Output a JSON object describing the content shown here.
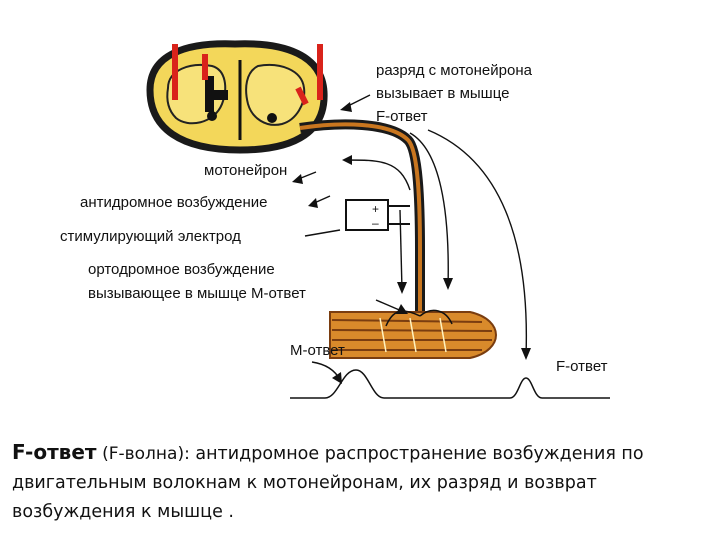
{
  "labels": {
    "discharge_line1": "разряд с мотонейрона",
    "discharge_line2": "вызывает в мышце",
    "discharge_line3": "F-ответ",
    "motoneuron": "мотонейрон",
    "antidromic": "антидромное возбуждение",
    "electrode": "стимулирующий электрод",
    "orthodromic_line1": "ортодромное возбуждение",
    "orthodromic_line2": "вызывающее в мышце М-ответ",
    "m_response": "М-ответ",
    "f_response": "F-ответ",
    "battery_plus": "+",
    "battery_minus": "–"
  },
  "caption": {
    "term": "F-ответ",
    "term_note": "(F-волна):",
    "text": " антидромное распространение возбуждения по двигательным волокнам к мотонейронам, их разряд и возврат возбуждения к мышце ."
  },
  "colors": {
    "spinal_cord_fill": "#f3d75a",
    "spinal_cord_edge": "#1a1a1a",
    "nerve_roots": "#d9231b",
    "muscle_orange": "#d98a2b",
    "muscle_dark": "#7a3d10",
    "line": "#111111"
  }
}
